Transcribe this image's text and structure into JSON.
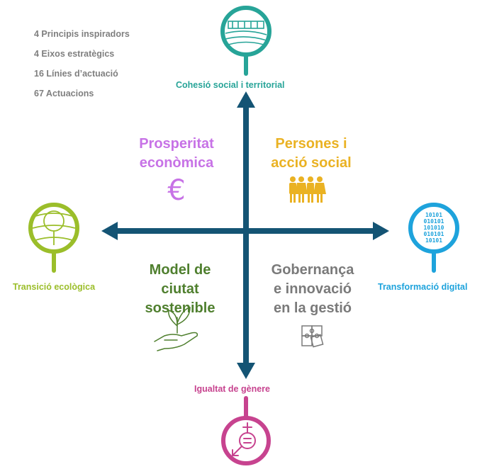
{
  "stats": [
    "4 Principis inspiradors",
    "4 Eixos estratègics",
    "16 Línies d’actuació",
    "67 Actuacions"
  ],
  "axes": {
    "top": "Cohesió social i territorial",
    "left": "Transició ecològica",
    "right": "Transformació digital",
    "bottom": "Igualtat de gènere"
  },
  "quadrants": {
    "top_left": {
      "line1": "Prosperitat",
      "line2": "econòmica",
      "line3": "",
      "icon": "euro-icon"
    },
    "top_right": {
      "line1": "Persones i",
      "line2": "acció social",
      "line3": "",
      "icon": "people-icon"
    },
    "bottom_left": {
      "line1": "Model de",
      "line2": "ciutat",
      "line3": "sostenible",
      "icon": "hand-sprout-icon"
    },
    "bottom_right": {
      "line1": "Gobernança",
      "line2": "e innovació",
      "line3": "en la gestió",
      "icon": "puzzle-icon"
    }
  },
  "binary_rows": [
    "10101",
    "010101",
    "101010",
    "010101",
    "10101"
  ],
  "colors": {
    "axis": "#145474",
    "cohesio": "#27a498",
    "ecologica": "#9bbe2a",
    "digital": "#1ea3dc",
    "genere": "#c7438f",
    "prosperitat": "#c772e6",
    "persones": "#eab223",
    "model": "#4f7f2e",
    "gobernanca": "#7a7a7a"
  }
}
